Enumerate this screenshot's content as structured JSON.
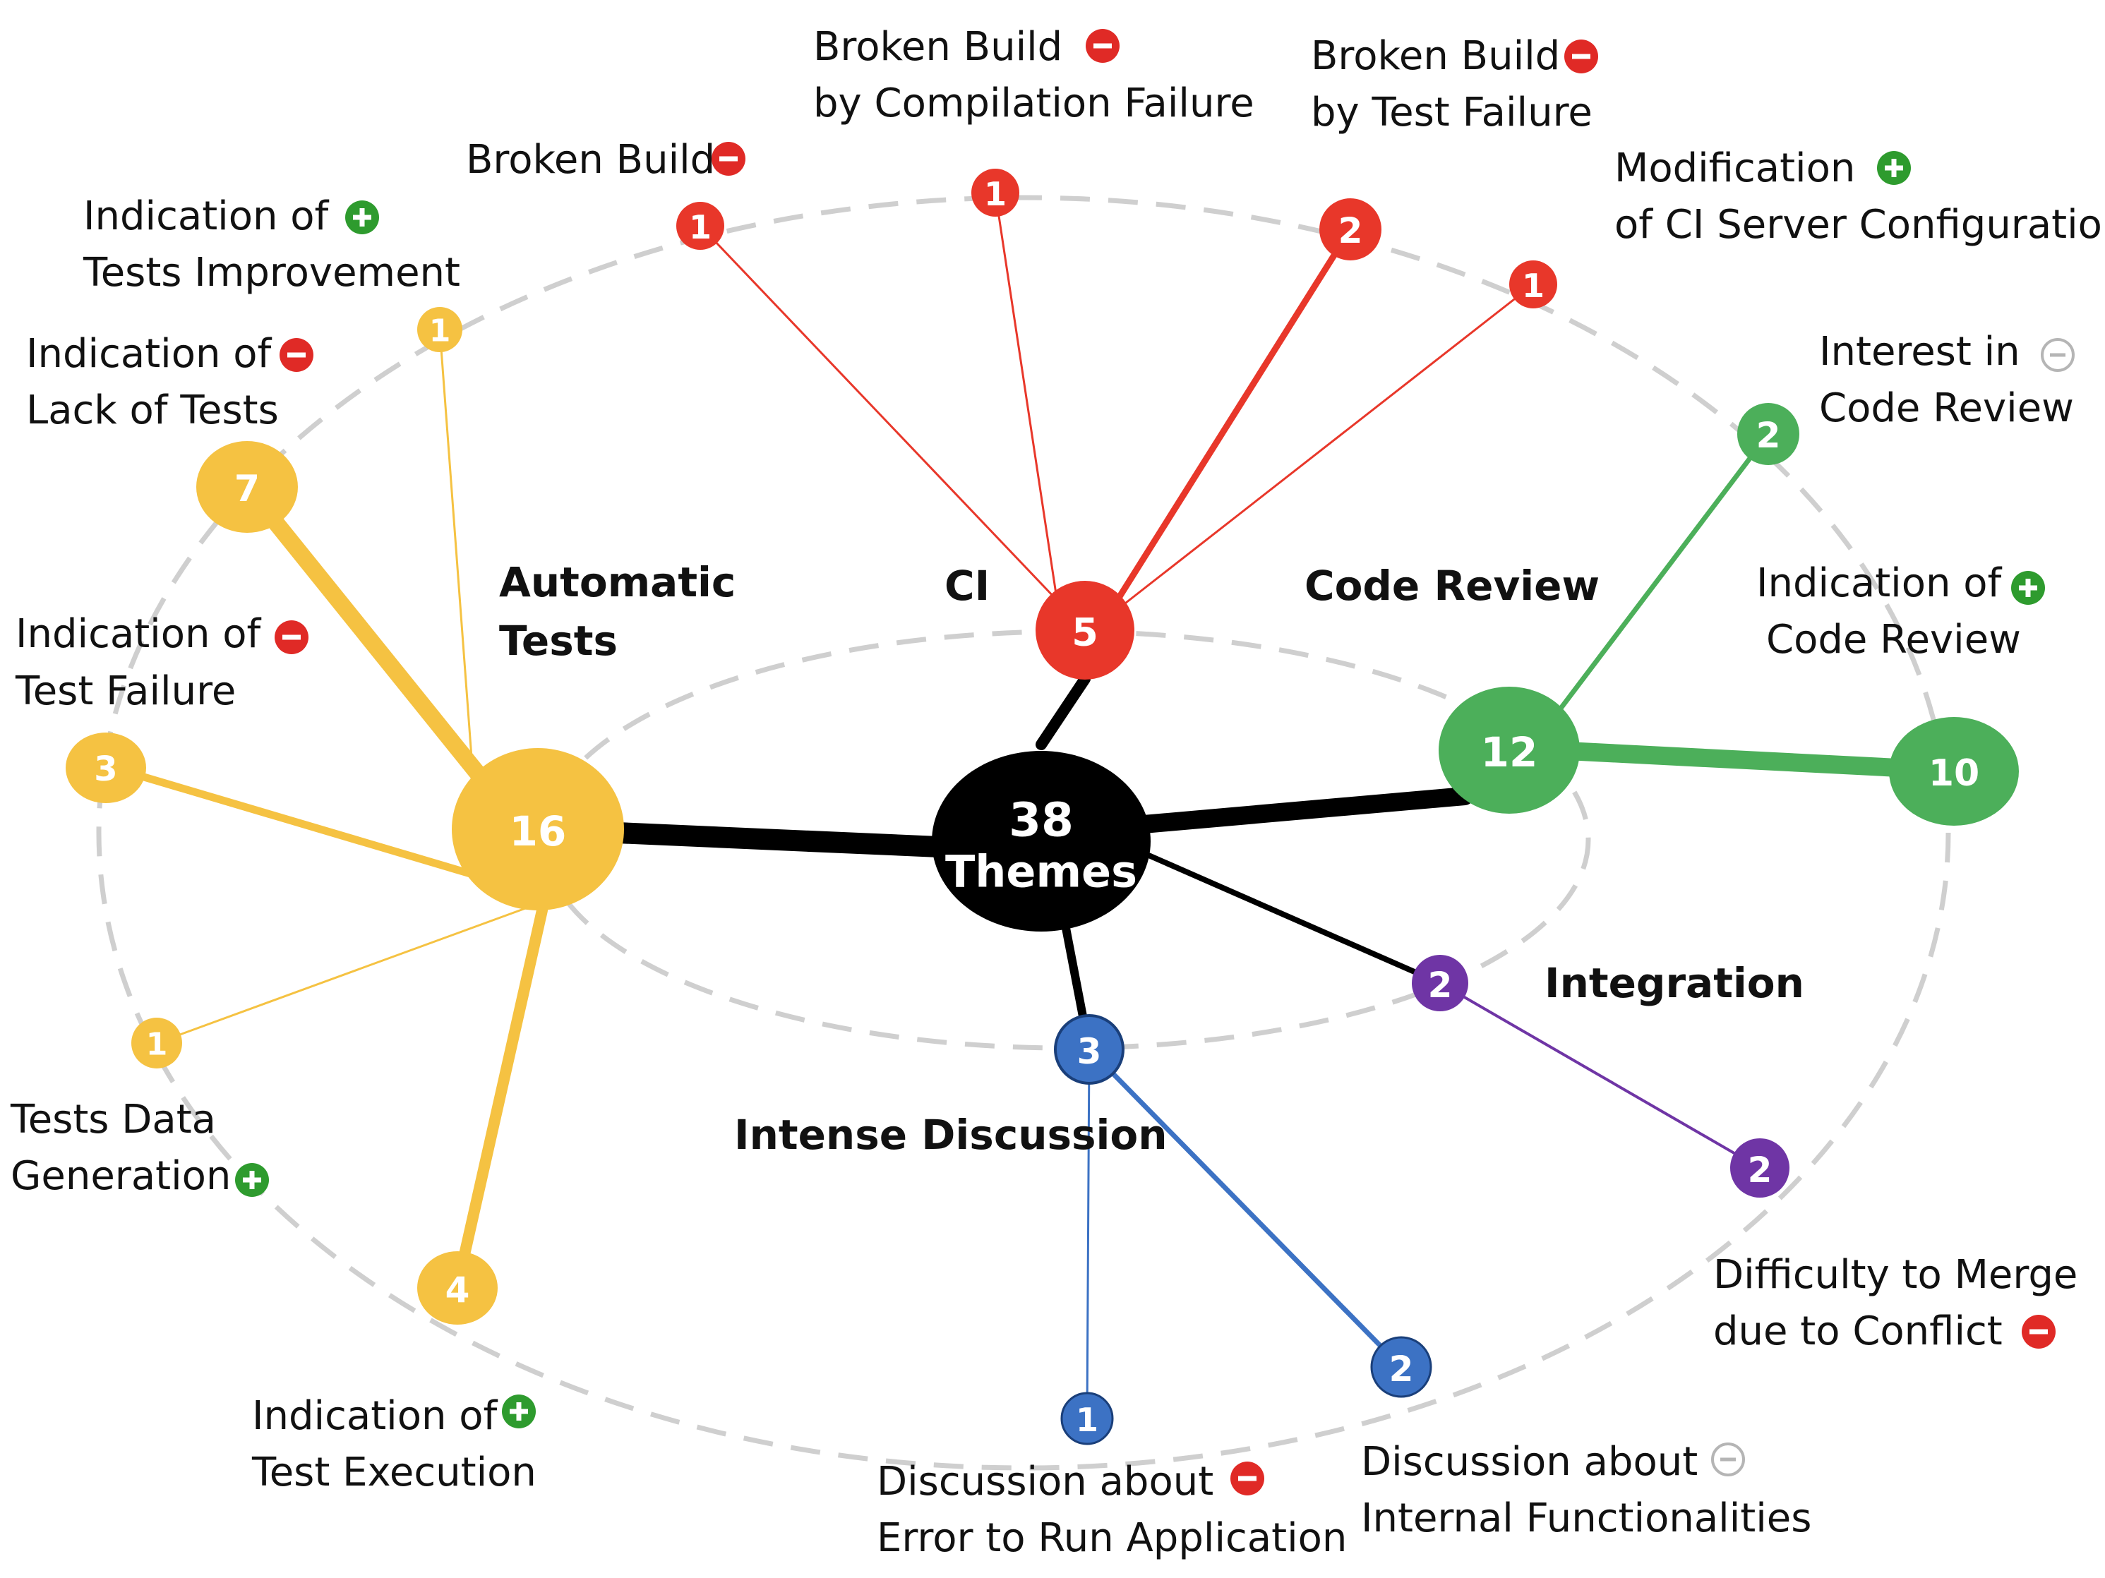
{
  "colors": {
    "automatic_tests": "#F5C242",
    "ci": "#E8372A",
    "code_review": "#4CAF5A",
    "integration": "#6F35A5",
    "intense_discussion": "#3C72C4",
    "center": "#000000",
    "ring": "#CFCFCF",
    "positive": "#2E9B2E",
    "negative": "#E02A26",
    "neutral": "#B5B5B5"
  },
  "center": {
    "value": "38",
    "label": "Themes"
  },
  "themes": {
    "automatic_tests": {
      "label_line1": "Automatic",
      "label_line2": "Tests",
      "count": "16"
    },
    "ci": {
      "label": "CI",
      "count": "5"
    },
    "code_review": {
      "label": "Code Review",
      "count": "12"
    },
    "integration": {
      "label": "Integration",
      "count": "2"
    },
    "intense_discussion": {
      "label": "Intense Discussion",
      "count": "3"
    }
  },
  "subthemes": {
    "tests_improvement": {
      "line1": "Indication of",
      "line2": "Tests Improvement",
      "count": "1",
      "sentiment": "positive"
    },
    "lack_of_tests": {
      "line1": "Indication of",
      "line2": "Lack of Tests",
      "count": "7",
      "sentiment": "negative"
    },
    "test_failure": {
      "line1": "Indication of",
      "line2": "Test Failure",
      "count": "3",
      "sentiment": "negative"
    },
    "tests_data_generation": {
      "line1": "Tests Data",
      "line2": "Generation",
      "count": "1",
      "sentiment": "positive"
    },
    "test_execution": {
      "line1": "Indication of",
      "line2": "Test Execution",
      "count": "4",
      "sentiment": "positive"
    },
    "broken_build": {
      "line1": "Broken Build",
      "count": "1",
      "sentiment": "negative"
    },
    "broken_build_compilation": {
      "line1": "Broken Build",
      "line2": "by Compilation Failure",
      "count": "1",
      "sentiment": "negative"
    },
    "broken_build_test": {
      "line1": "Broken Build",
      "line2": "by Test Failure",
      "count": "2",
      "sentiment": "negative"
    },
    "ci_server_config": {
      "line1": "Modification",
      "line2": "of CI Server Configuration",
      "count": "1",
      "sentiment": "positive"
    },
    "interest_code_review": {
      "line1": "Interest in",
      "line2": "Code Review",
      "count": "2",
      "sentiment": "neutral"
    },
    "indication_code_review": {
      "line1": "Indication of",
      "line2": "Code Review",
      "count": "10",
      "sentiment": "positive"
    },
    "merge_conflict": {
      "line1": "Difficulty to Merge",
      "line2": "due to Conflict",
      "count": "2",
      "sentiment": "negative"
    },
    "internal_functionalities": {
      "line1": "Discussion about",
      "line2": "Internal Functionalities",
      "count": "2",
      "sentiment": "neutral"
    },
    "error_run_application": {
      "line1": "Discussion about",
      "line2": "Error to Run Application",
      "count": "1",
      "sentiment": "negative"
    }
  }
}
